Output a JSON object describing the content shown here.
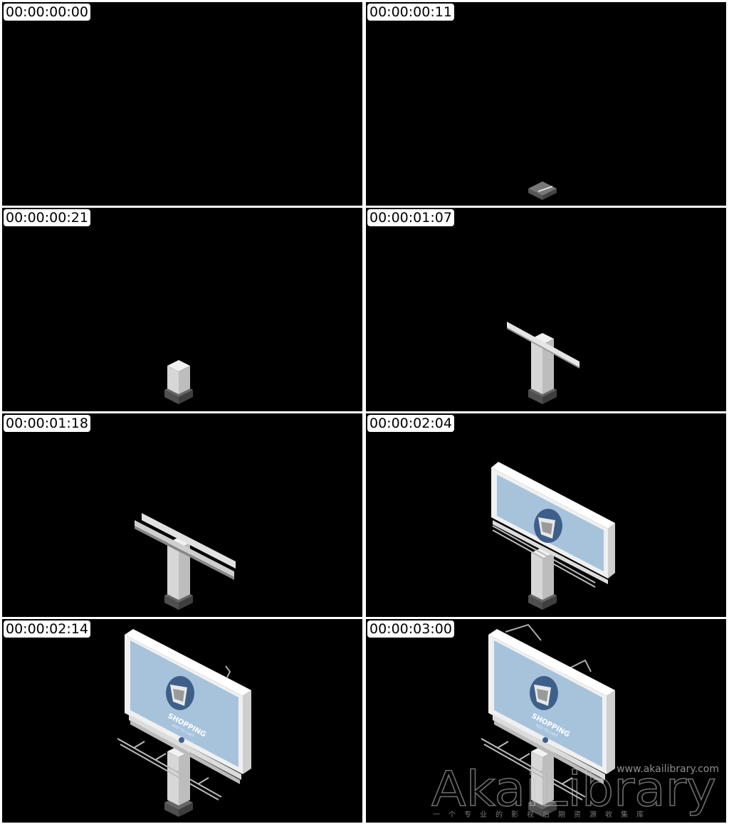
{
  "frames": [
    {
      "timecode": "00:00:00:00"
    },
    {
      "timecode": "00:00:00:11"
    },
    {
      "timecode": "00:00:00:21"
    },
    {
      "timecode": "00:00:01:07"
    },
    {
      "timecode": "00:00:01:18"
    },
    {
      "timecode": "00:00:02:04"
    },
    {
      "timecode": "00:00:02:14"
    },
    {
      "timecode": "00:00:03:00"
    }
  ],
  "billboard": {
    "headline": "SHOPPING",
    "subline": "ADD TO CART"
  },
  "watermark": {
    "url": "www.akailibrary.com",
    "tagline": "一个专业的影视后期资源收集库",
    "logo_text": "AkaiLibrary"
  },
  "colors": {
    "background": "#000000",
    "poster": "#a7c3dc",
    "frame_white": "#eeeeee",
    "pole": "#cfcfcf",
    "base": "#5a5a5a"
  }
}
